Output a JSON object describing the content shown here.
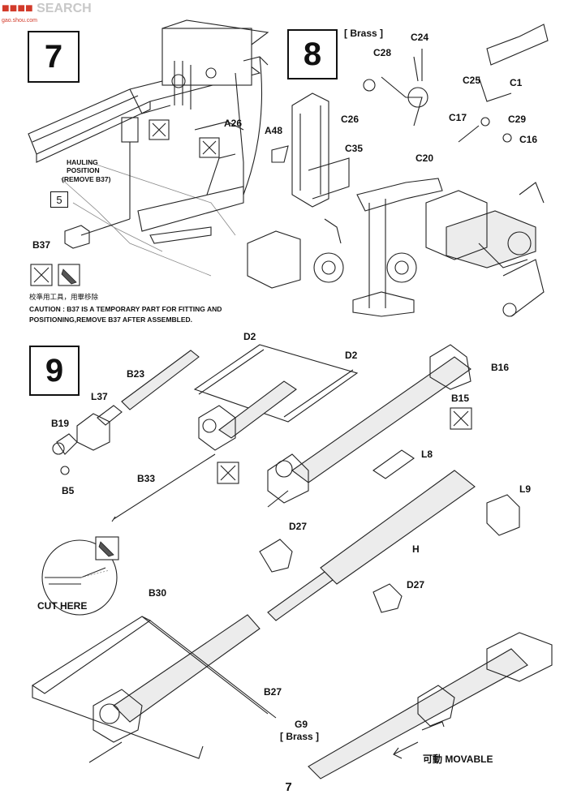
{
  "watermark": {
    "brand": "SEARCH",
    "url": "gao.shou.com"
  },
  "steps": [
    {
      "number": "7"
    },
    {
      "number": "8"
    },
    {
      "number": "9"
    }
  ],
  "step7": {
    "hauling_position": "HAULING",
    "hauling_position_2": "POSITION",
    "remove_note": "(REMOVE B37)",
    "ref_box": "5",
    "parts": {
      "a26": "A26",
      "a48": "A48",
      "b37": "B37"
    },
    "caution_cn": "校準用工具，用畢移除",
    "caution_line1": "CAUTION : B37 IS A TEMPORARY PART FOR FITTING AND",
    "caution_line2": "POSITIONING,REMOVE B37 AFTER ASSEMBLED."
  },
  "step8": {
    "brass": "[ Brass ]",
    "parts": {
      "c24": "C24",
      "c28": "C28",
      "c26": "C26",
      "c35": "C35",
      "c20": "C20",
      "c25": "C25",
      "c1": "C1",
      "c17": "C17",
      "c29": "C29",
      "c16": "C16"
    }
  },
  "step9": {
    "parts": {
      "d2a": "D2",
      "d2b": "D2",
      "b23": "B23",
      "b16": "B16",
      "l37": "L37",
      "b19": "B19",
      "b15": "B15",
      "b5": "B5",
      "b33": "B33",
      "l8": "L8",
      "l9": "L9",
      "d27a": "D27",
      "h": "H",
      "d27b": "D27",
      "b30": "B30",
      "b27": "B27",
      "g9": "G9"
    },
    "brass": "[ Brass ]",
    "cut_here": "CUT HERE",
    "movable": "可動  MOVABLE"
  },
  "page_number": "7"
}
